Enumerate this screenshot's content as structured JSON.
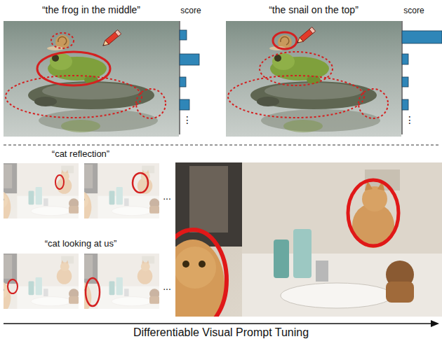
{
  "diagram": {
    "labels": [
      "“the frog in the middle”",
      "score",
      "⋮",
      "“the snail on the top”",
      "score",
      "⋮",
      "“cat reflection”",
      "...",
      "“cat looking at us”",
      "...",
      "Differentiable Visual Prompt Tuning"
    ]
  }
}
